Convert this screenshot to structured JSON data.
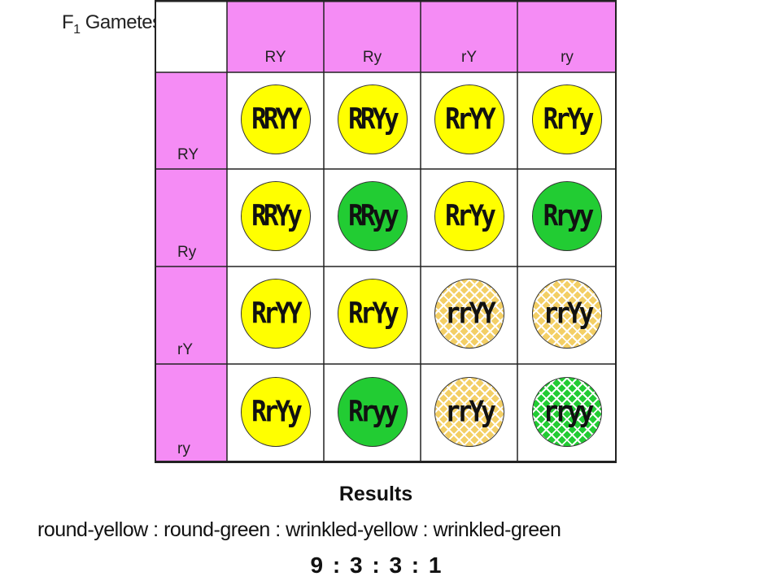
{
  "header": {
    "gametes_label": "F",
    "gametes_sub": "1",
    "gametes_word": " Gametes"
  },
  "columns": [
    "RY",
    "Ry",
    "rY",
    "ry"
  ],
  "rows": [
    "RY",
    "Ry",
    "rY",
    "ry"
  ],
  "cells": [
    [
      {
        "text": "RRYY",
        "phenotype": "yellow"
      },
      {
        "text": "RRYy",
        "phenotype": "yellow"
      },
      {
        "text": "RrYY",
        "phenotype": "yellow"
      },
      {
        "text": "RrYy",
        "phenotype": "yellow"
      }
    ],
    [
      {
        "text": "RRYy",
        "phenotype": "yellow"
      },
      {
        "text": "RRyy",
        "phenotype": "green"
      },
      {
        "text": "RrYy",
        "phenotype": "yellow"
      },
      {
        "text": "Rryy",
        "phenotype": "green"
      }
    ],
    [
      {
        "text": "RrYY",
        "phenotype": "yellow"
      },
      {
        "text": "RrYy",
        "phenotype": "yellow"
      },
      {
        "text": "rrYY",
        "phenotype": "wrinkled-yellow"
      },
      {
        "text": "rrYy",
        "phenotype": "wrinkled-yellow"
      }
    ],
    [
      {
        "text": "RrYy",
        "phenotype": "yellow"
      },
      {
        "text": "Rryy",
        "phenotype": "green"
      },
      {
        "text": "rrYy",
        "phenotype": "wrinkled-yellow"
      },
      {
        "text": "rryy",
        "phenotype": "wrinkled-green"
      }
    ]
  ],
  "results": {
    "title": "Results",
    "phenotypes": "round-yellow : round-green : wrinkled-yellow : wrinkled-green",
    "ratio": "9 : 3 : 3 : 1"
  },
  "colors": {
    "header_bg": "#f58cf5",
    "yellow": "#ffff00",
    "green": "#22cc33",
    "wrinkled_yellow": "#f3cf66"
  }
}
